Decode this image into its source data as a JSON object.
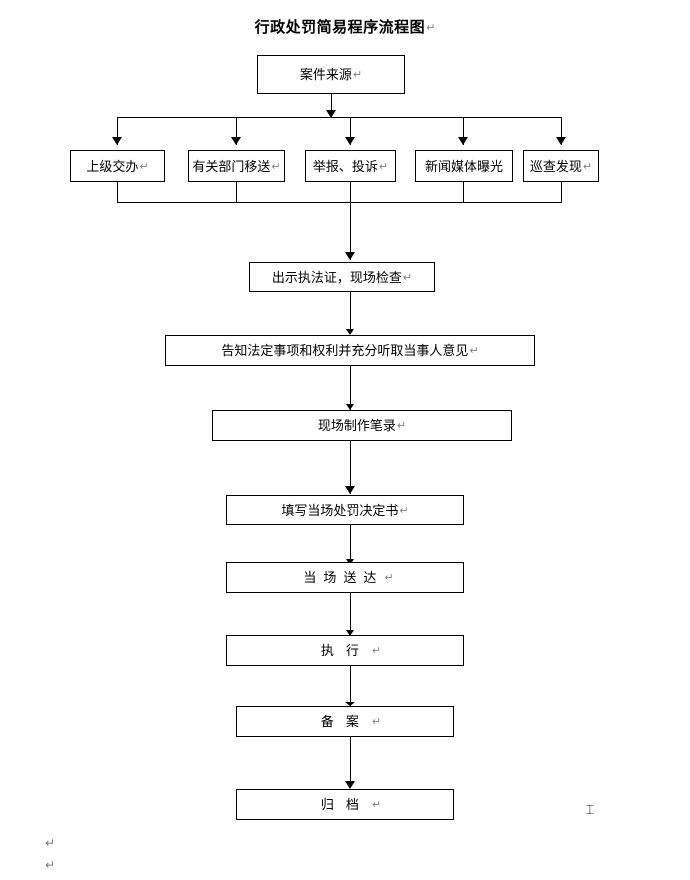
{
  "document": {
    "title": "行政处罚简易程序流程图",
    "paragraph_mark": "↵",
    "caret_mark": "⌶"
  },
  "flow": {
    "source_node": {
      "label": "案件来源"
    },
    "sources": [
      {
        "label": "上级交办"
      },
      {
        "label": "有关部门移送"
      },
      {
        "label": "举报、投诉"
      },
      {
        "label": "新闻媒体曝光"
      },
      {
        "label": "巡查发现"
      }
    ],
    "steps": [
      {
        "label": "出示执法证，现场检查"
      },
      {
        "label": "告知法定事项和权利并充分听取当事人意见"
      },
      {
        "label": "现场制作笔录"
      },
      {
        "label": "填写当场处罚决定书"
      },
      {
        "label": "当场送达"
      },
      {
        "label": "执行"
      },
      {
        "label": "备案"
      },
      {
        "label": "归档"
      }
    ]
  },
  "stray_marks": {
    "bottom_left_1": "↵",
    "bottom_left_2": "↵"
  },
  "colors": {
    "stroke": "#000000",
    "background": "#ffffff",
    "mark": "#808080"
  }
}
